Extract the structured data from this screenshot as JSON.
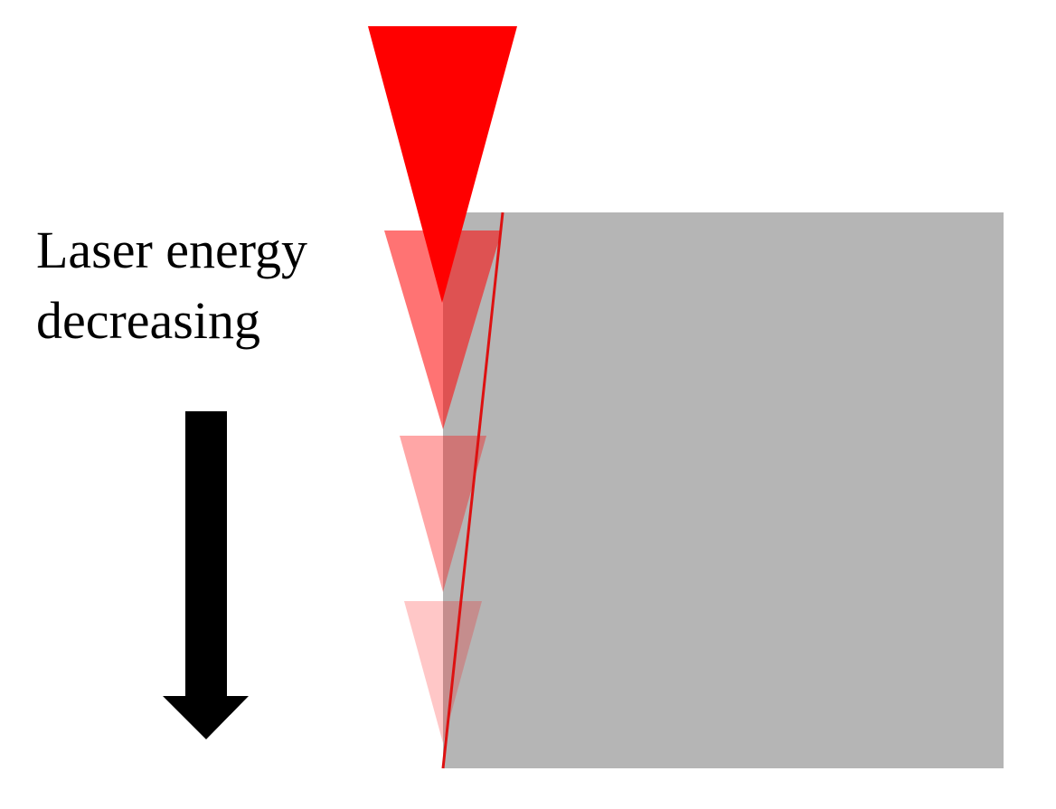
{
  "caption": {
    "line1": "Laser energy",
    "line2": "decreasing"
  },
  "colors": {
    "workpiece": "#b5b5b5",
    "laser": "#ff0000",
    "cut_line": "#dd1111",
    "arrow": "#000000",
    "background": "#ffffff"
  },
  "laser_pulses": [
    {
      "name": "laser-beam-1",
      "opacity": 1.0
    },
    {
      "name": "laser-beam-2",
      "opacity": 0.55
    },
    {
      "name": "laser-beam-3",
      "opacity": 0.35
    },
    {
      "name": "laser-beam-4",
      "opacity": 0.22
    }
  ],
  "icons": {
    "arrow": "arrow-down-icon"
  }
}
